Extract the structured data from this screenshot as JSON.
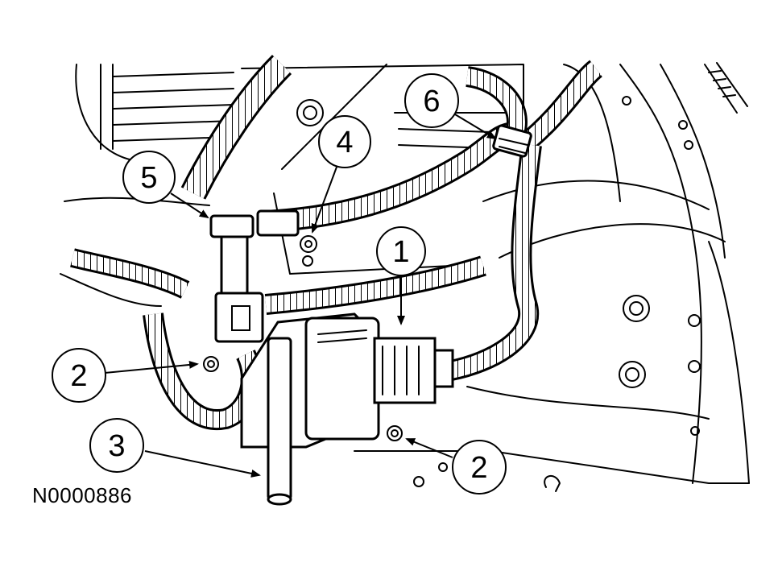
{
  "figure": {
    "reference_code": "N0000886",
    "callouts": [
      {
        "id": "callout-1",
        "label": "1"
      },
      {
        "id": "callout-2-left",
        "label": "2"
      },
      {
        "id": "callout-2-right",
        "label": "2"
      },
      {
        "id": "callout-3",
        "label": "3"
      },
      {
        "id": "callout-4",
        "label": "4"
      },
      {
        "id": "callout-5",
        "label": "5"
      },
      {
        "id": "callout-6",
        "label": "6"
      }
    ]
  }
}
